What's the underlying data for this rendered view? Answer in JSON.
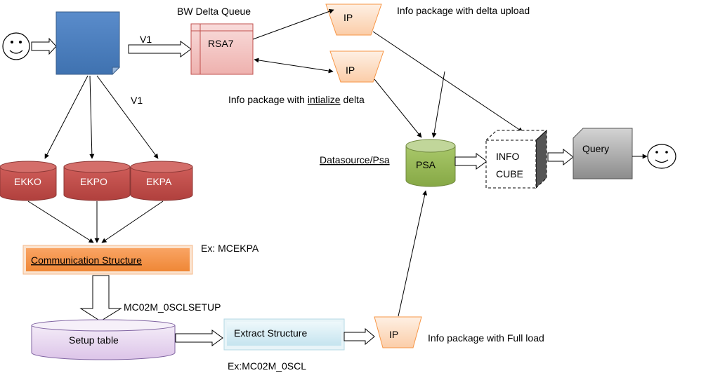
{
  "labels": {
    "bw_delta_queue": "BW Delta Queue",
    "v1_top": "V1",
    "v1_mid": "V1",
    "ip_delta_upload": "Info package with delta upload",
    "ip_init_delta_pre": "Info package with ",
    "ip_init_delta_word": "intialize",
    "ip_init_delta_post": " delta",
    "datasource_psa": "Datasource/Psa",
    "ex_mcekpa": "Ex: MCEKPA",
    "mc02m_setup": "MC02M_0SCLSETUP",
    "ip_full_load": "Info package with Full load",
    "ex_mc02m": "Ex:MC02M_0SCL"
  },
  "nodes": {
    "rsa7": "RSA7",
    "ip_top": "IP",
    "ip_mid": "IP",
    "ip_bottom": "IP",
    "ekko": "EKKO",
    "ekpo": "EKPO",
    "ekpa": "EKPA",
    "comm_structure": "Communication  Structure",
    "setup_table": "Setup table",
    "extract_structure": "Extract Structure",
    "psa": "PSA",
    "info_cube_line1": "INFO",
    "info_cube_line2": "CUBE",
    "query": "Query"
  },
  "colors": {
    "doc_blue": "#4f81bd",
    "rsa7_fill": "#f2c7c5",
    "rsa7_stroke": "#c0504d",
    "ip_fill": "#fde1cb",
    "ip_stroke": "#f79646",
    "db_red": "#c0504d",
    "comm_orange": "#f79646",
    "setup_purple": "#e6d5ee",
    "extract_blue": "#dbeef4",
    "psa_green": "#9bbb59",
    "query_gray": "#a6a6a6"
  }
}
